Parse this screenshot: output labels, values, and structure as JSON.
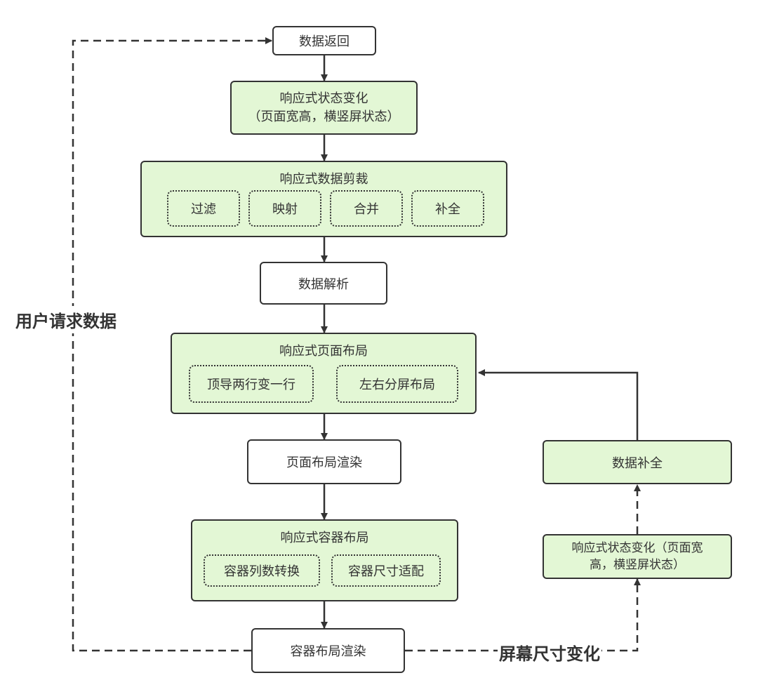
{
  "nodes": {
    "data_return": "数据返回",
    "state_change": {
      "line1": "响应式状态变化",
      "line2": "（页面宽高，横竖屏状态）"
    },
    "data_crop": {
      "title": "响应式数据剪裁",
      "items": [
        "过滤",
        "映射",
        "合并",
        "补全"
      ]
    },
    "data_parse": "数据解析",
    "page_layout": {
      "title": "响应式页面布局",
      "items": [
        "顶导两行变一行",
        "左右分屏布局"
      ]
    },
    "page_render": "页面布局渲染",
    "container_layout": {
      "title": "响应式容器布局",
      "items": [
        "容器列数转换",
        "容器尺寸适配"
      ]
    },
    "container_render": "容器布局渲染",
    "data_complete": "数据补全",
    "state_change_right": {
      "line1": "响应式状态变化（页面宽",
      "line2": "高，横竖屏状态）"
    }
  },
  "labels": {
    "user_request": "用户请求数据",
    "screen_change": "屏幕尺寸变化"
  },
  "colors": {
    "green_fill": "#e3f7d5",
    "stroke": "#333333"
  }
}
